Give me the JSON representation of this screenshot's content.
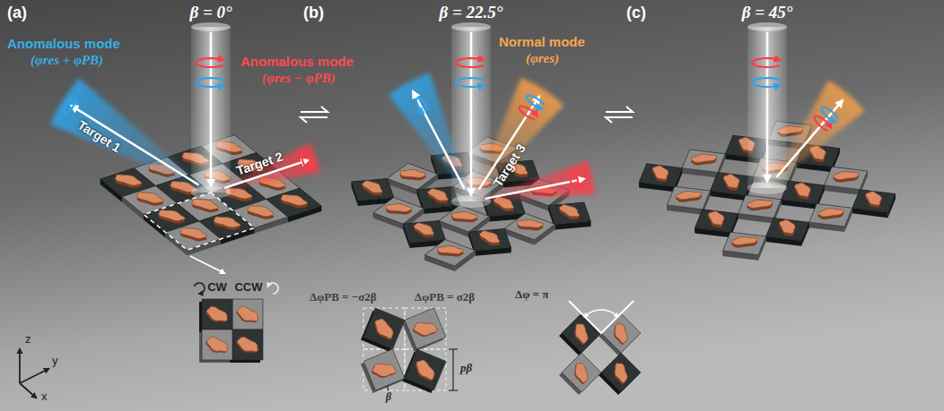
{
  "diagram": {
    "labels": [
      "(a)",
      "β = 0°",
      "(b)",
      "β = 22.5°",
      "(c)",
      "β = 45°",
      "Anomalous mode",
      "(φres + φPB)",
      "Anomalous mode",
      "(φres − φPB)",
      "Normal mode",
      "(φres)",
      "Target 1",
      "Target 2",
      "Target 3",
      "CW",
      "CCW",
      "ΔφPB = −σ2β",
      "ΔφPB = σ2β",
      "pβ",
      "β",
      "Δφ = π",
      "z",
      "y",
      "x"
    ]
  }
}
